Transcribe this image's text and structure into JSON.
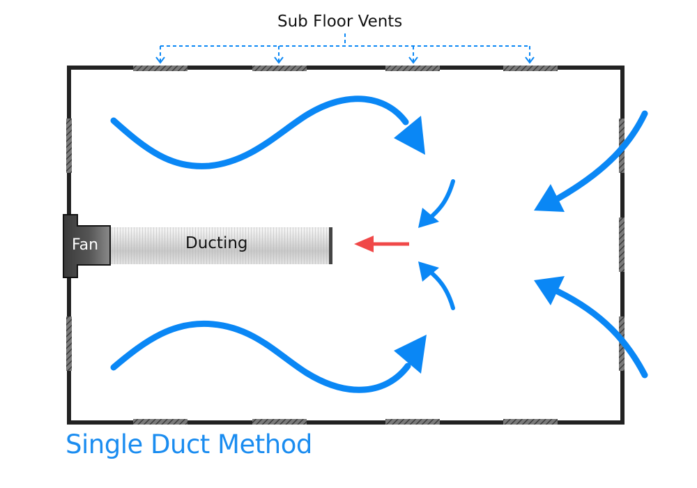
{
  "labels": {
    "vents": "Sub Floor Vents",
    "fan": "Fan",
    "ducting": "Ducting",
    "caption": "Single Duct Method"
  },
  "colors": {
    "airflow": "#0a87f5",
    "suction": "#f04848",
    "wall": "#222222",
    "caption": "#1a8cf0"
  },
  "icons": {
    "airflow": "curved-arrow-icon",
    "suction": "left-arrow-icon"
  }
}
